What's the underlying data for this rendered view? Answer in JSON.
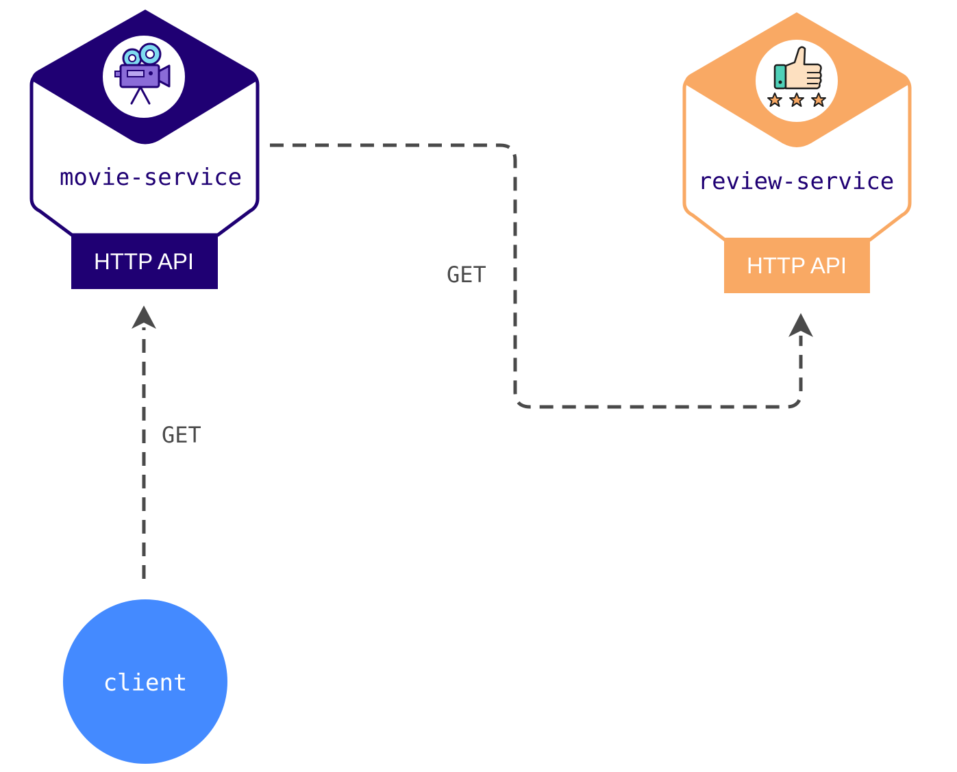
{
  "nodes": {
    "movie_service": {
      "label": "movie-service",
      "api_label": "HTTP API",
      "icon": "movie-camera-icon",
      "color": "#1f0073"
    },
    "review_service": {
      "label": "review-service",
      "api_label": "HTTP API",
      "icon": "thumbs-up-stars-icon",
      "color": "#f9a964"
    },
    "client": {
      "label": "client",
      "color": "#448aff"
    }
  },
  "edges": {
    "client_to_movie": {
      "label": "GET"
    },
    "movie_to_review": {
      "label": "GET"
    }
  },
  "colors": {
    "connector": "#4a4a4a"
  }
}
